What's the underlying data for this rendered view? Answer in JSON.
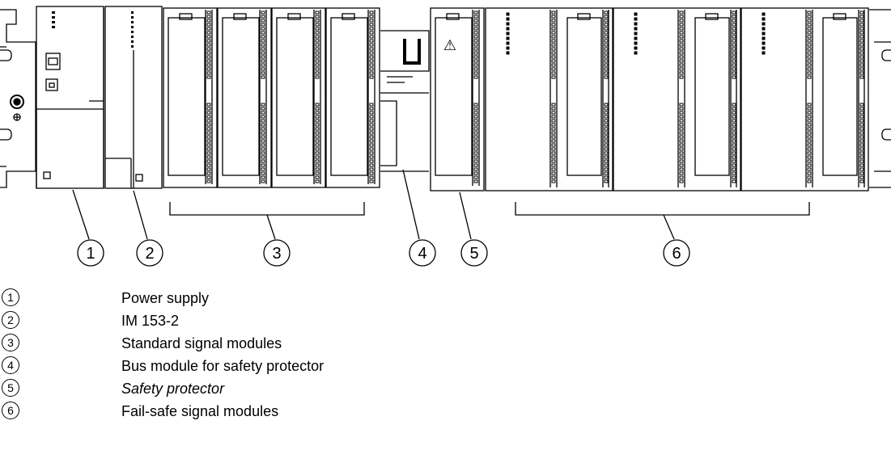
{
  "callouts": [
    {
      "number": "1",
      "label": "Power supply",
      "italic": false
    },
    {
      "number": "2",
      "label": "IM 153-2",
      "italic": false
    },
    {
      "number": "3",
      "label": "Standard signal modules",
      "italic": false
    },
    {
      "number": "4",
      "label": "Bus module for safety protector",
      "italic": false
    },
    {
      "number": "5",
      "label": "Safety protector",
      "italic": true
    },
    {
      "number": "6",
      "label": "Fail-safe signal modules",
      "italic": false
    }
  ],
  "warning_symbol": "⚠",
  "colors": {
    "line": "#000000",
    "background": "#ffffff"
  }
}
